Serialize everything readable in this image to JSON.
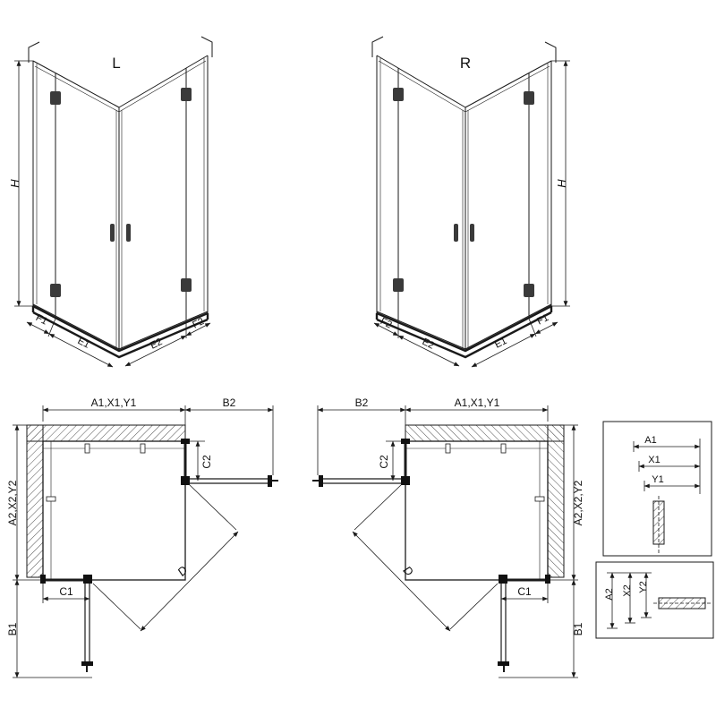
{
  "meta": {
    "line_color": "#1a1a1a",
    "hatch_color": "#555555",
    "background": "#ffffff"
  },
  "iso_left": {
    "label": "L",
    "h": "H",
    "f1": "F1",
    "e1": "E1",
    "e2": "E2",
    "f2": "F2"
  },
  "iso_right": {
    "label": "R",
    "h": "H",
    "f1": "F1",
    "e1": "E1",
    "e2": "E2",
    "f2": "F2"
  },
  "plan_left": {
    "width": "A1,X1,Y1",
    "door_side": "B2",
    "depth": "A2,X2,Y2",
    "fixed_side": "C2",
    "fixed_front": "C1",
    "door_front": "B1",
    "diagonal": "D"
  },
  "plan_right": {
    "width": "A1,X1,Y1",
    "door_side": "B2",
    "depth": "A2,X2,Y2",
    "fixed_side": "C2",
    "fixed_front": "C1",
    "door_front": "B1",
    "diagonal": "D"
  },
  "detail_top": {
    "d1": "A1",
    "d2": "X1",
    "d3": "Y1"
  },
  "detail_bottom": {
    "d1": "A2",
    "d2": "X2",
    "d3": "Y2"
  }
}
